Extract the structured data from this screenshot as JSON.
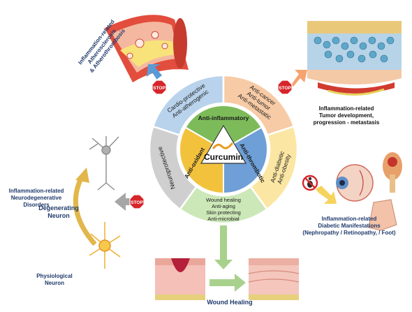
{
  "center": {
    "title": "Curcumin",
    "inner": [
      "Anti-inflammatory",
      "Anti-thrombotic",
      "Anti-oxidant"
    ]
  },
  "sectors": {
    "cardio": "Cardio-protective\nAnti-atherogenic",
    "cancer": "Anti-cancer\nAnti-tumor\nAnti-metastatic",
    "diabetic": "Anti-diabetic\nAnti-obesity",
    "neuro": "Neuroprotective",
    "wound": "Wound healing\nAnti-aging\nSkin protecting\nAnti-microbial"
  },
  "stop_label": "STOP",
  "outcomes": {
    "athero": "Inflammation-related\nAtherosclerosis\n& Atherothrombosis",
    "tumor": "Inflammation-related\nTumor development,\nprogression - metastasis",
    "neuro_disorders": "Inflammation-related\nNeurodegenerative\nDisorders",
    "degenerating": "Degenerating\nNeuron",
    "physiological": "Physiological\nNeuron",
    "diabetic": "Inflammation-related\nDiabetic Manifestations\n(Nephropathy / Retinopathy, / Foot)",
    "wound_healing": "Wound Healing"
  },
  "colors": {
    "cardio": "#b9d3ec",
    "cancer": "#f7cba6",
    "diabetic": "#fbe7a3",
    "wound": "#cde8b8",
    "neuro": "#cfcfcf",
    "inner_green": "#7dbb5a",
    "inner_blue": "#6e9fd6",
    "inner_yellow": "#f3c23d",
    "stop_red": "#d6262b",
    "arrow_blue": "#5b9bd5",
    "arrow_orange": "#f4a471",
    "arrow_yellow": "#f6d35c",
    "arrow_green": "#a9d18e",
    "arrow_grey": "#a6a6a6"
  }
}
